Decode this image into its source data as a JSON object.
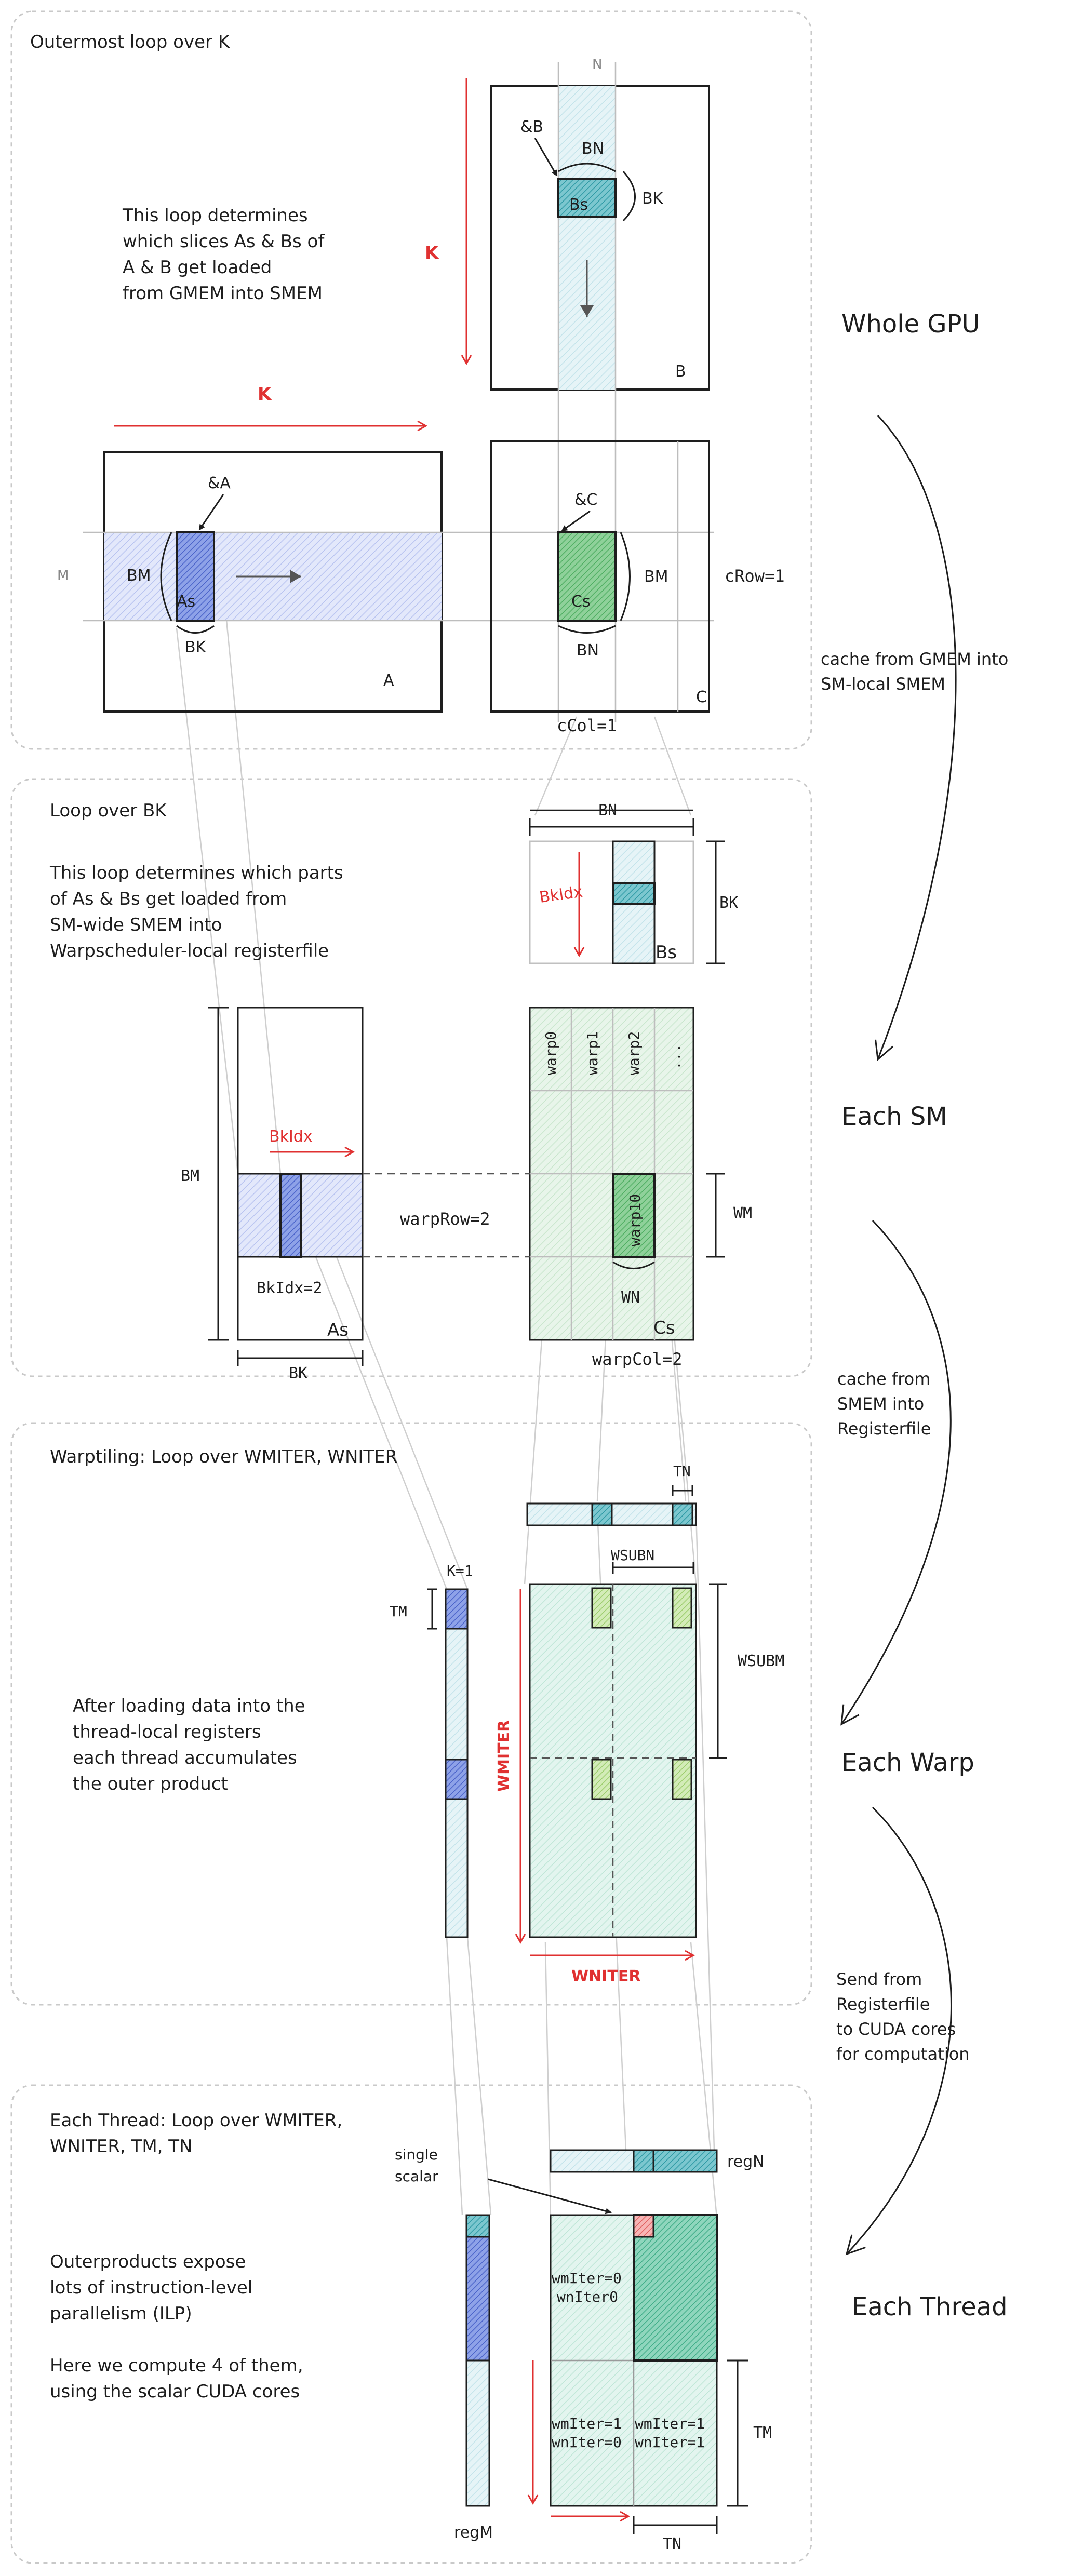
{
  "stages": {
    "gpu": "Whole GPU",
    "sm": "Each SM",
    "warp": "Each Warp",
    "thread": "Each Thread"
  },
  "transitions": {
    "t1": [
      "cache from GMEM into",
      "SM-local SMEM"
    ],
    "t2": [
      "cache from",
      "SMEM into",
      "Registerfile"
    ],
    "t3": [
      "Send from",
      "Registerfile",
      "to CUDA cores",
      "for computation"
    ]
  },
  "panel1": {
    "title": "Outermost loop over K",
    "desc": [
      "This loop determines",
      "which slices As & Bs of",
      "A & B get loaded",
      "from GMEM into SMEM"
    ],
    "k_top": "K",
    "k_left": "K",
    "n": "N",
    "m": "M",
    "amp_b": "&B",
    "amp_a": "&A",
    "amp_c": "&C",
    "bn": "BN",
    "bk": "BK",
    "bm": "BM",
    "bs": "Bs",
    "as": "As",
    "cs": "Cs",
    "mat_a": "A",
    "mat_b": "B",
    "mat_c": "C",
    "crow": "cRow=1",
    "ccol": "cCol=1"
  },
  "panel2": {
    "title": "Loop over BK",
    "desc": [
      "This loop determines which parts",
      "of As & Bs get loaded from",
      "SM-wide SMEM into",
      "Warpscheduler-local registerfile"
    ],
    "bn": "BN",
    "bk": "BK",
    "bkidx": "BkIdx",
    "bs": "Bs",
    "bm": "BM",
    "warps": [
      "warp0",
      "warp1",
      "warp2",
      "..."
    ],
    "warp10": "warp10",
    "wm": "WM",
    "wn": "WN",
    "warprow": "warpRow=2",
    "warpcol": "warpCol=2",
    "bkidx2": "BkIdx=2",
    "as": "As",
    "cs": "Cs"
  },
  "panel3": {
    "title": "Warptiling: Loop over WMITER, WNITER",
    "desc": [
      "After loading data into the",
      "thread-local registers",
      "each thread accumulates",
      "the outer product"
    ],
    "tn": "TN",
    "k1": "K=1",
    "tm": "TM",
    "wsubn": "WSUBN",
    "wsubm": "WSUBM",
    "wmiter": "WMITER",
    "wniter": "WNITER"
  },
  "panel4": {
    "title": [
      "Each Thread: Loop over WMITER,",
      "WNITER, TM, TN"
    ],
    "desc": [
      "Outerproducts expose",
      "lots of instruction-level",
      "parallelism (ILP)",
      "",
      "Here we compute 4 of them,",
      "using the scalar CUDA cores"
    ],
    "single": [
      "single",
      "scalar"
    ],
    "regn": "regN",
    "regm": "regM",
    "q00": [
      "wmIter=0",
      "wnIter0"
    ],
    "q10": [
      "wmIter=1",
      "wnIter=0"
    ],
    "q11": [
      "wmIter=1",
      "wnIter=1"
    ],
    "tm": "TM",
    "tn": "TN"
  }
}
